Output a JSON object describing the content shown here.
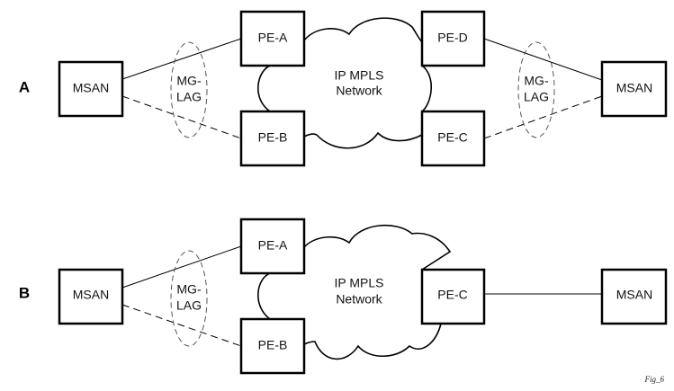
{
  "figure_label": "Fig_6",
  "scenario_a": {
    "row_label": "A",
    "left_msan": "MSAN",
    "right_msan": "MSAN",
    "pe_top_left": "PE-A",
    "pe_bottom_left": "PE-B",
    "pe_top_right": "PE-D",
    "pe_bottom_right": "PE-C",
    "cloud_line1": "IP MPLS",
    "cloud_line2": "Network",
    "left_lag_line1": "MG-",
    "left_lag_line2": "LAG",
    "right_lag_line1": "MG-",
    "right_lag_line2": "LAG",
    "links": [
      {
        "from": "MSAN (left)",
        "to": "PE-A",
        "style": "solid"
      },
      {
        "from": "MSAN (left)",
        "to": "PE-B",
        "style": "dashed"
      },
      {
        "from": "PE-D",
        "to": "MSAN (right)",
        "style": "solid"
      },
      {
        "from": "PE-C",
        "to": "MSAN (right)",
        "style": "dashed"
      }
    ]
  },
  "scenario_b": {
    "row_label": "B",
    "left_msan": "MSAN",
    "right_msan": "MSAN",
    "pe_top_left": "PE-A",
    "pe_bottom_left": "PE-B",
    "pe_right": "PE-C",
    "cloud_line1": "IP MPLS",
    "cloud_line2": "Network",
    "left_lag_line1": "MG-",
    "left_lag_line2": "LAG",
    "links": [
      {
        "from": "MSAN (left)",
        "to": "PE-A",
        "style": "solid"
      },
      {
        "from": "MSAN (left)",
        "to": "PE-B",
        "style": "dashed"
      },
      {
        "from": "PE-C",
        "to": "MSAN (right)",
        "style": "solid"
      }
    ]
  }
}
